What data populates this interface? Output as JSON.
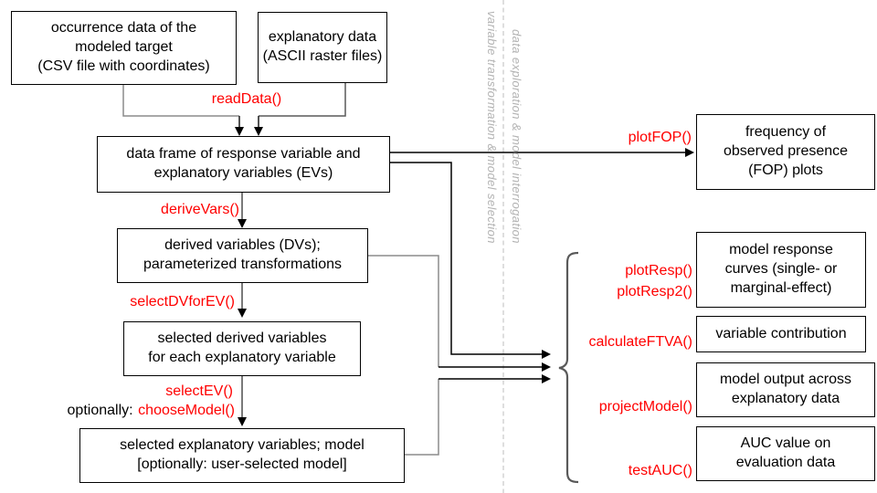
{
  "diagram": {
    "title_context": "MIAmaxent workflow flowchart",
    "boxes": {
      "occurrence": "occurrence data of the\nmodeled target\n(CSV file with coordinates)",
      "explanatory": "explanatory data\n(ASCII raster files)",
      "dataframe": "data frame of response variable and\nexplanatory variables (EVs)",
      "derived": "derived variables (DVs);\nparameterized transformations",
      "selected_dv": "selected derived variables\nfor each explanatory variable",
      "selected_ev": "selected explanatory variables; model\n[optionally: user-selected model]",
      "fop": "frequency of\nobserved presence\n(FOP) plots",
      "response_curves": "model response\ncurves (single- or\nmarginal-effect)",
      "contribution": "variable contribution",
      "model_output": "model output across\nexplanatory data",
      "auc": "AUC value on\nevaluation data"
    },
    "functions": {
      "readData": "readData()",
      "deriveVars": "deriveVars()",
      "selectDVforEV": "selectDVforEV()",
      "selectEV": "selectEV()",
      "chooseModel": "chooseModel()",
      "plotFOP": "plotFOP()",
      "plotResp": "plotResp()",
      "plotResp2": "plotResp2()",
      "calculateFTVA": "calculateFTVA()",
      "projectModel": "projectModel()",
      "testAUC": "testAUC()"
    },
    "labels": {
      "optionally": "optionally:",
      "axis_left": "variable transformation  &  model selection",
      "axis_right": "data exploration  &  model interrogation"
    },
    "colors": {
      "function_text": "#ff0000",
      "box_border": "#000000",
      "box_fill": "#ffffff",
      "muted_text": "#b3b3b3",
      "connector_gray": "#8c8c8c",
      "connector_dark": "#1a1a1a",
      "brace": "#595959",
      "dashed_divider": "#c9c9c9"
    }
  }
}
